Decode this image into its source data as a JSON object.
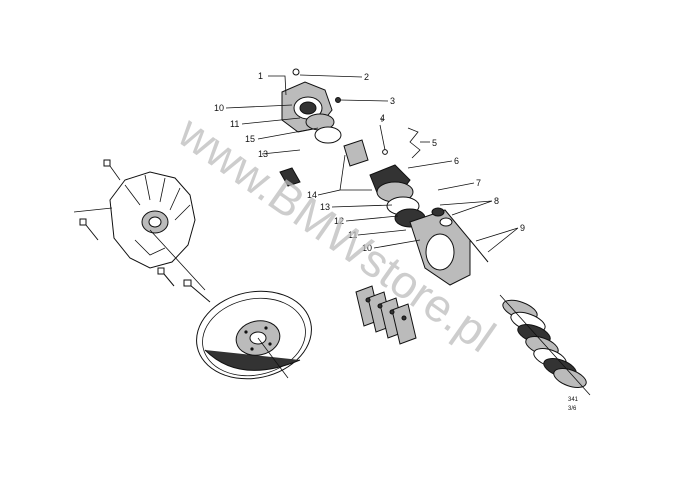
{
  "watermark": "www.BMWstore.pl",
  "labels": {
    "l1": "1",
    "l2": "2",
    "l3": "3",
    "l4": "4",
    "l5": "5",
    "l6": "6",
    "l7": "7",
    "l8": "8",
    "l9": "9",
    "l10a": "10",
    "l11a": "11",
    "l15": "15",
    "l13a": "13",
    "l14": "14",
    "l13b": "13",
    "l12": "12",
    "l11b": "11",
    "l10b": "10"
  },
  "reference": {
    "code": "341",
    "page": "3/6"
  }
}
